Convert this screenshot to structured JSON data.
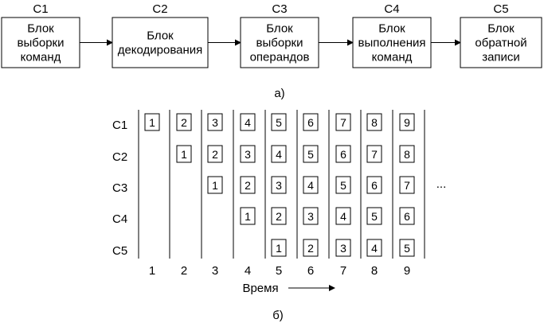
{
  "part_a": {
    "caption": "а)",
    "stages": [
      {
        "code": "C1",
        "lines": [
          "Блок",
          "выборки",
          "команд"
        ]
      },
      {
        "code": "C2",
        "lines": [
          "Блок",
          "декодирования"
        ]
      },
      {
        "code": "C3",
        "lines": [
          "Блок",
          "выборки",
          "операндов"
        ]
      },
      {
        "code": "C4",
        "lines": [
          "Блок",
          "выполнения",
          "команд"
        ]
      },
      {
        "code": "C5",
        "lines": [
          "Блок",
          "обратной",
          "записи"
        ]
      }
    ]
  },
  "part_b": {
    "caption": "б)",
    "row_labels": [
      "C1",
      "C2",
      "C3",
      "C4",
      "C5"
    ],
    "time_ticks": [
      "1",
      "2",
      "3",
      "4",
      "5",
      "6",
      "7",
      "8",
      "9"
    ],
    "time_axis_label": "Время",
    "ellipsis": "...",
    "grid": [
      [
        "1",
        "2",
        "3",
        "4",
        "5",
        "6",
        "7",
        "8",
        "9"
      ],
      [
        "",
        "1",
        "2",
        "3",
        "4",
        "5",
        "6",
        "7",
        "8"
      ],
      [
        "",
        "",
        "1",
        "2",
        "3",
        "4",
        "5",
        "6",
        "7"
      ],
      [
        "",
        "",
        "",
        "1",
        "2",
        "3",
        "4",
        "5",
        "6"
      ],
      [
        "",
        "",
        "",
        "",
        "1",
        "2",
        "3",
        "4",
        "5"
      ]
    ]
  }
}
